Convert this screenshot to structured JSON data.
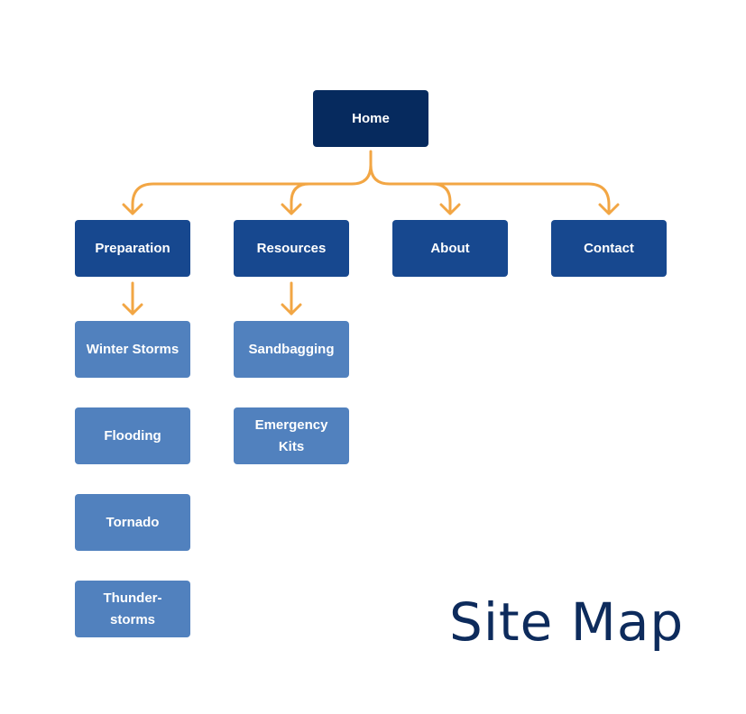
{
  "title": "Site Map",
  "colors": {
    "root": "#062a5e",
    "section": "#17488f",
    "subpage": "#5181be",
    "connector": "#f2a644",
    "title": "#0d2b5c"
  },
  "nodes": {
    "home": "Home",
    "preparation": "Preparation",
    "resources": "Resources",
    "about": "About",
    "contact": "Contact",
    "winter_storms": "Winter Storms",
    "flooding": "Flooding",
    "tornado": "Tornado",
    "thunderstorms": "Thunder-\nstorms",
    "sandbagging": "Sandbagging",
    "emergency_kits": "Emergency\nKits"
  }
}
